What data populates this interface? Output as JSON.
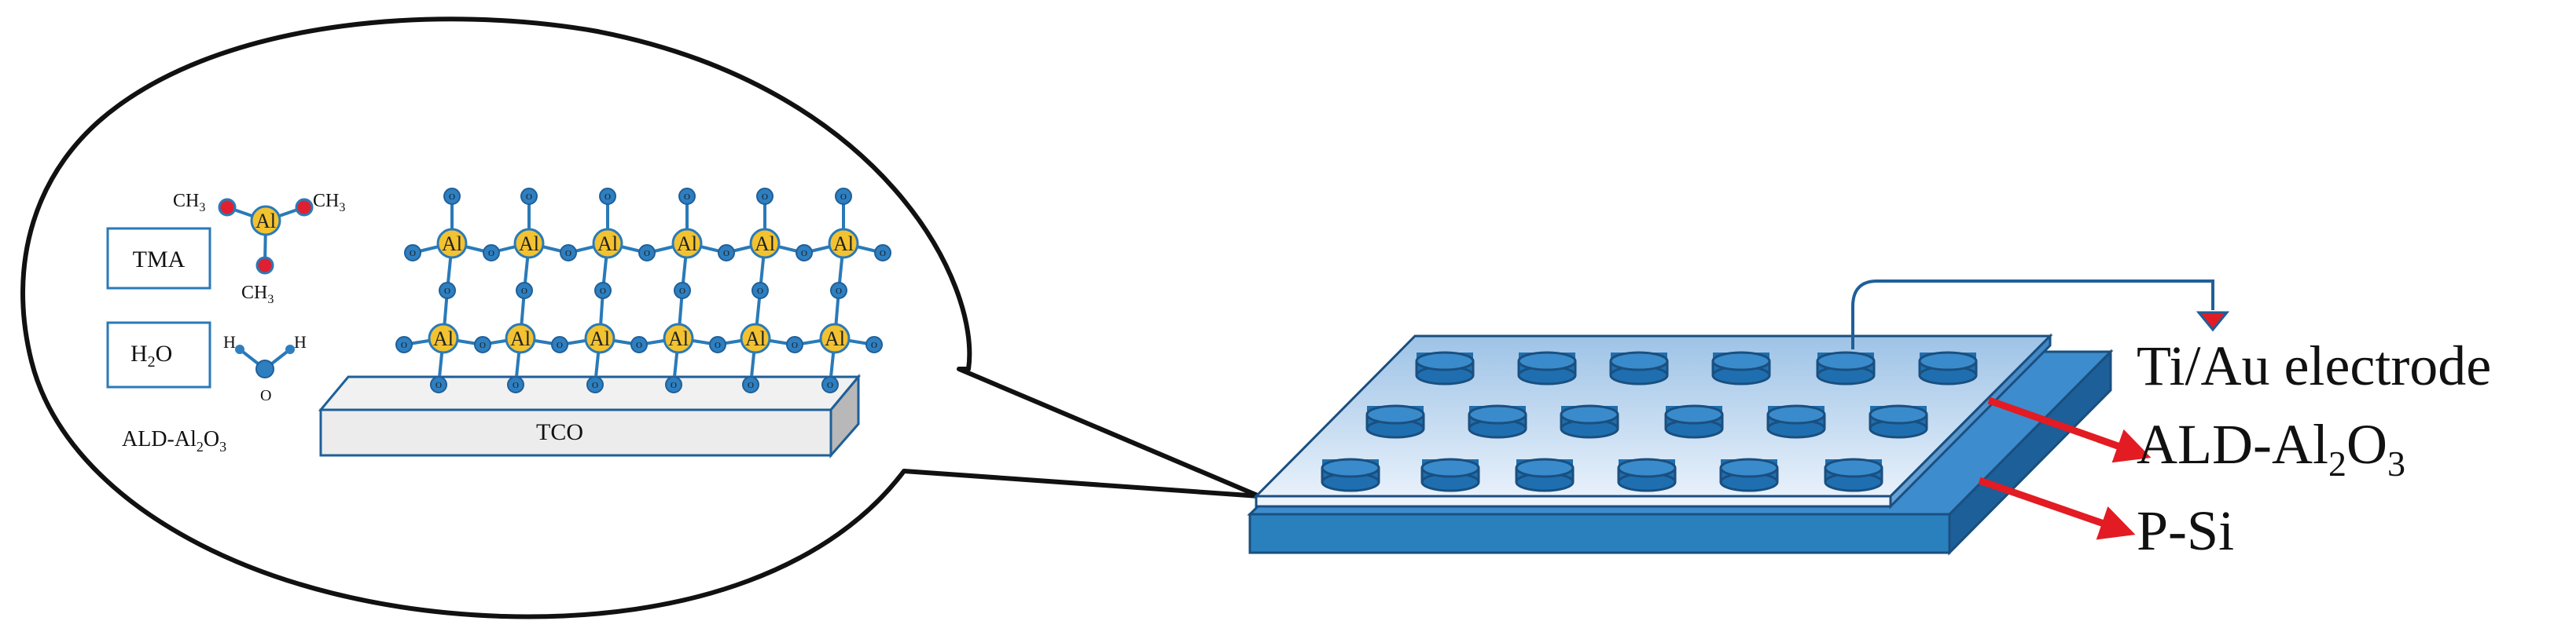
{
  "colors": {
    "bond": "#2a7ab8",
    "atom_al": "#f2c230",
    "atom_o": "#2e7fc0",
    "atom_c": "#e02030",
    "substrate": "#2a80bd",
    "al2o3_top": "#d6e6f6",
    "arrow": "#e31b23",
    "outline": "#222222"
  },
  "inset": {
    "box_tma": "TMA",
    "box_h2o": {
      "main": "H",
      "sub": "2",
      "tail": "O"
    },
    "h_label": "H",
    "o_label": "O",
    "al_label": "Al",
    "o_small": "O",
    "ch3_left": {
      "main": "CH",
      "sub": "3"
    },
    "ch3_right": {
      "main": "CH",
      "sub": "3"
    },
    "ch3_bottom": {
      "main": "CH",
      "sub": "3"
    },
    "ald_label": {
      "p1": "ALD-Al",
      "s1": "2",
      "p2": "O",
      "s2": "3"
    },
    "tco_label": "TCO"
  },
  "device": {
    "label_electrode": "Ti/Au electrode",
    "label_ald": {
      "p1": "ALD-Al",
      "s1": "2",
      "p2": "O",
      "s2": "3"
    },
    "label_psi": "P-Si"
  }
}
